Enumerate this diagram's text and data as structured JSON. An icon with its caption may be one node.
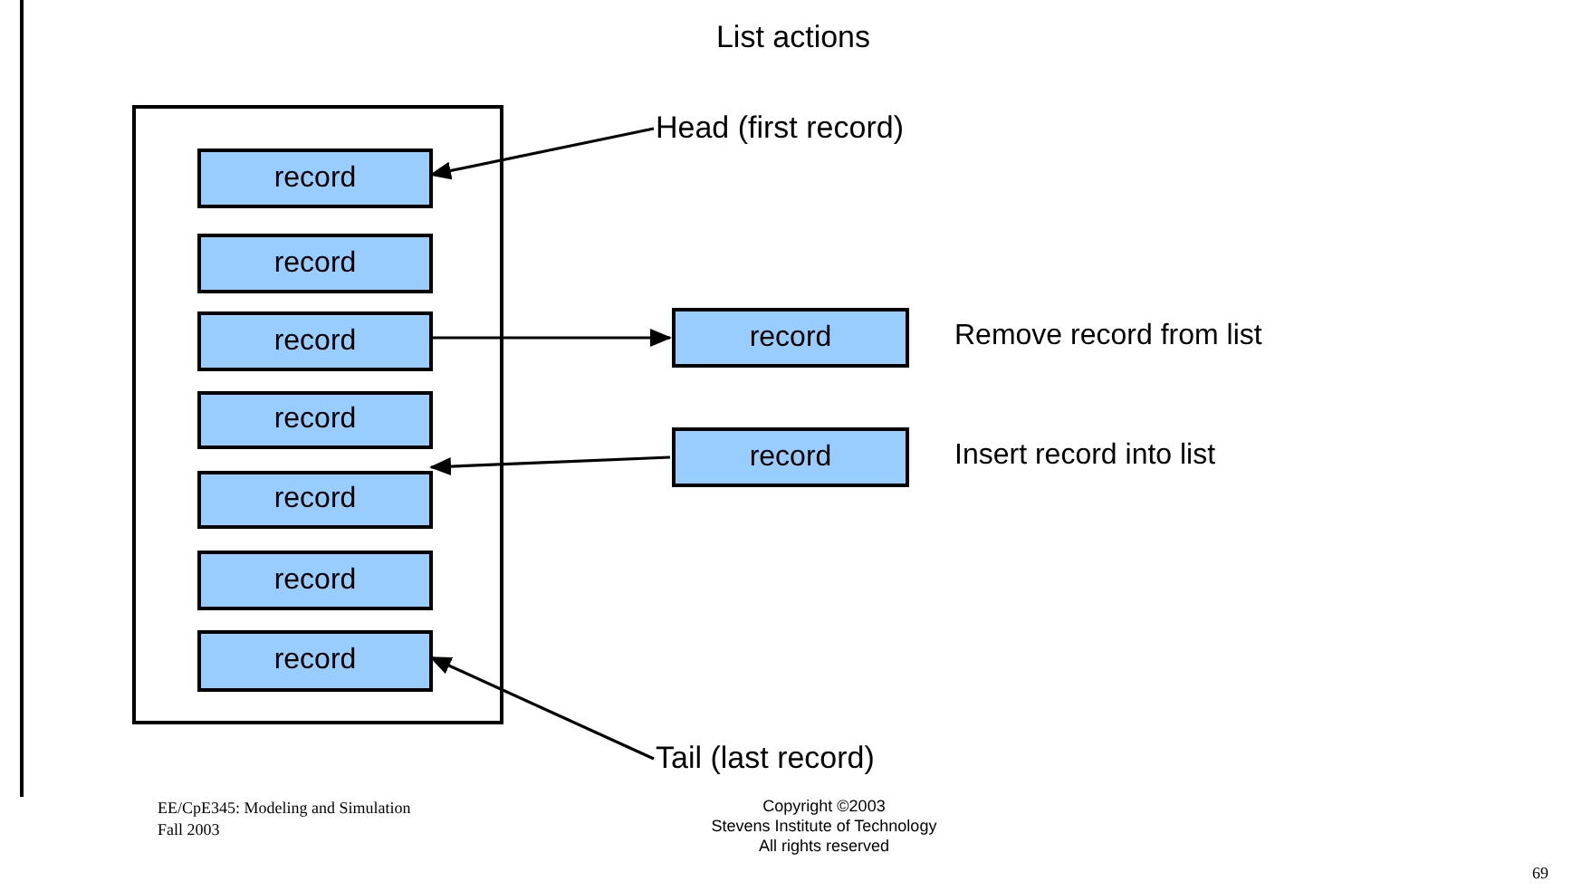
{
  "diagram": {
    "title": "List actions",
    "nodes": [
      {
        "text": [],
        "shape": "box"
      },
      {
        "text": [
          "record"
        ],
        "in": 0
      },
      {
        "text": [
          "record"
        ],
        "in": 0
      },
      {
        "text": [
          "record"
        ],
        "in": 0
      },
      {
        "text": [
          "record"
        ],
        "in": 0
      },
      {
        "text": [
          "record"
        ],
        "in": 0
      },
      {
        "text": [
          "record"
        ],
        "in": 0
      },
      {
        "text": [
          "record"
        ],
        "in": 0
      },
      {
        "text": [
          "Head (first record)"
        ]
      },
      {
        "text": [
          "Tail (last record)"
        ]
      },
      {
        "text": [
          "record"
        ],
        "beside": [
          "Remove record from list"
        ]
      },
      {
        "text": [
          "record"
        ],
        "beside": [
          "Insert record into list"
        ]
      }
    ],
    "edges": [
      {
        "from": 8,
        "to": 1,
        "arrow": "to"
      },
      {
        "from": 3,
        "to": 10,
        "arrow": "to"
      },
      {
        "from": 11,
        "to": 5,
        "arrow": "to"
      },
      {
        "from": 9,
        "to": 7,
        "arrow": "to"
      }
    ],
    "labels": [
      "EE/CpE345: Modeling and Simulation",
      "Fall 2003",
      "Copyright ©2003",
      "Stevens Institute of Technology",
      "All rights reserved",
      "69"
    ]
  }
}
